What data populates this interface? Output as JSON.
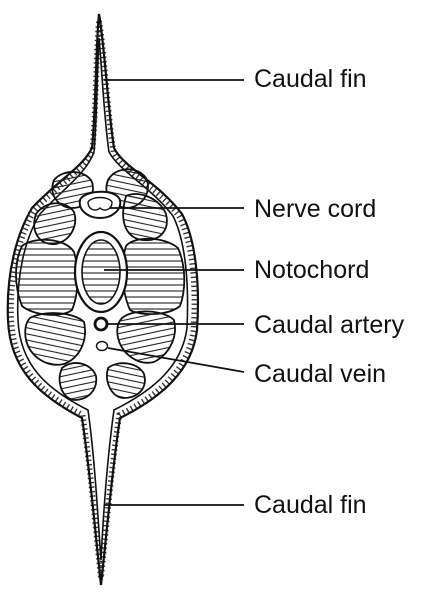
{
  "diagram": {
    "labels": {
      "caudal_fin_top": "Caudal fin",
      "nerve_cord": "Nerve cord",
      "notochord": "Notochord",
      "caudal_artery": "Caudal artery",
      "caudal_vein": "Caudal vein",
      "caudal_fin_bottom": "Caudal fin"
    }
  }
}
